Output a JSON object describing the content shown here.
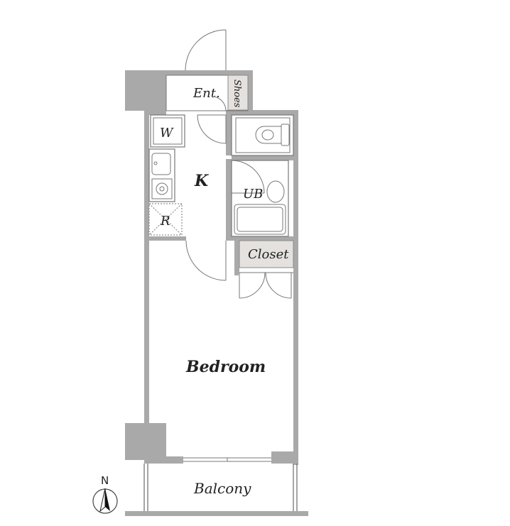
{
  "rooms": {
    "entrance": "Ent.",
    "shoes": "Shoes",
    "washer": "W",
    "kitchen": "K",
    "refrigerator": "R",
    "unit_bath": "UB",
    "closet": "Closet",
    "bedroom": "Bedroom",
    "balcony": "Balcony"
  },
  "compass": {
    "north": "N"
  }
}
